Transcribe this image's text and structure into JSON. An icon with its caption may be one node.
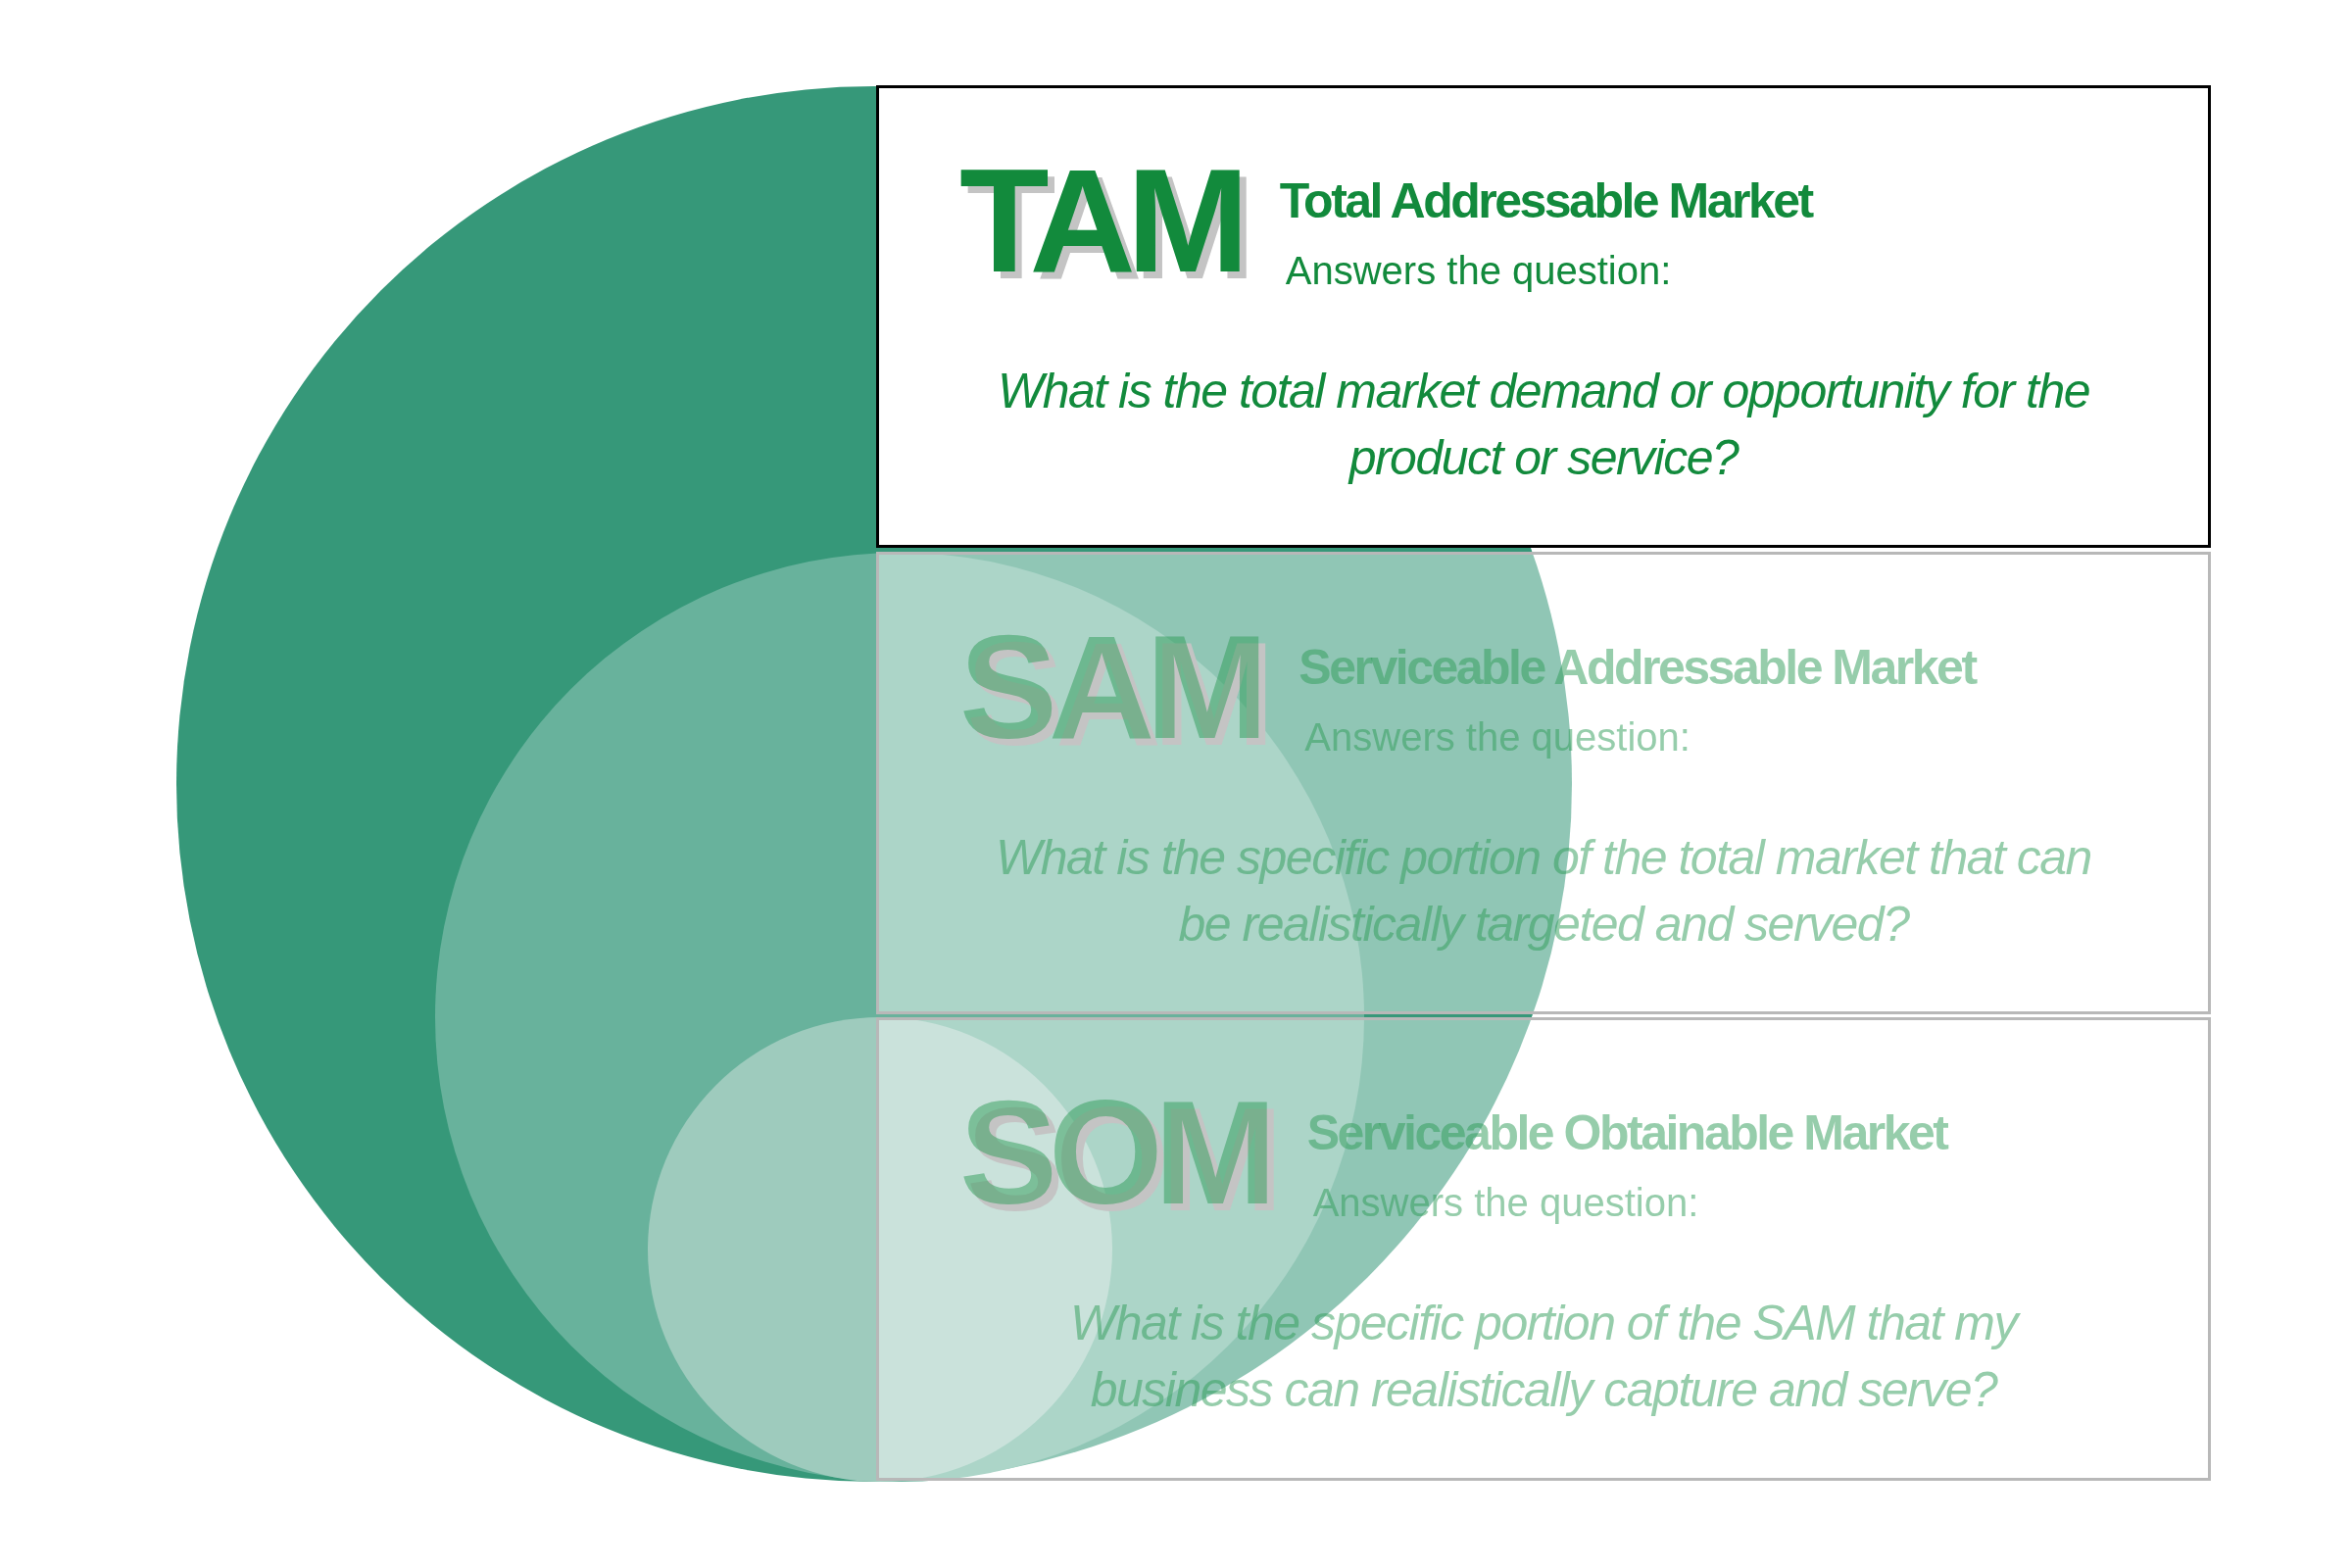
{
  "diagram": {
    "nodes": [
      {
        "text": [
          "TAM",
          "Total Addressable Market",
          "Answers the question:",
          "What is the total market demand or opportunity for the product or service?"
        ]
      },
      {
        "text": [
          "SAM",
          "Serviceable Addressable Market",
          "Answers the question:",
          "What is the specific portion of the total market that can be realistically targeted and served?"
        ]
      },
      {
        "text": [
          "SOM",
          "Serviceable Obtainable Market",
          "Answers the question:",
          "What is the specific portion of the SAM that my business can realistically capture and serve?"
        ]
      }
    ]
  }
}
